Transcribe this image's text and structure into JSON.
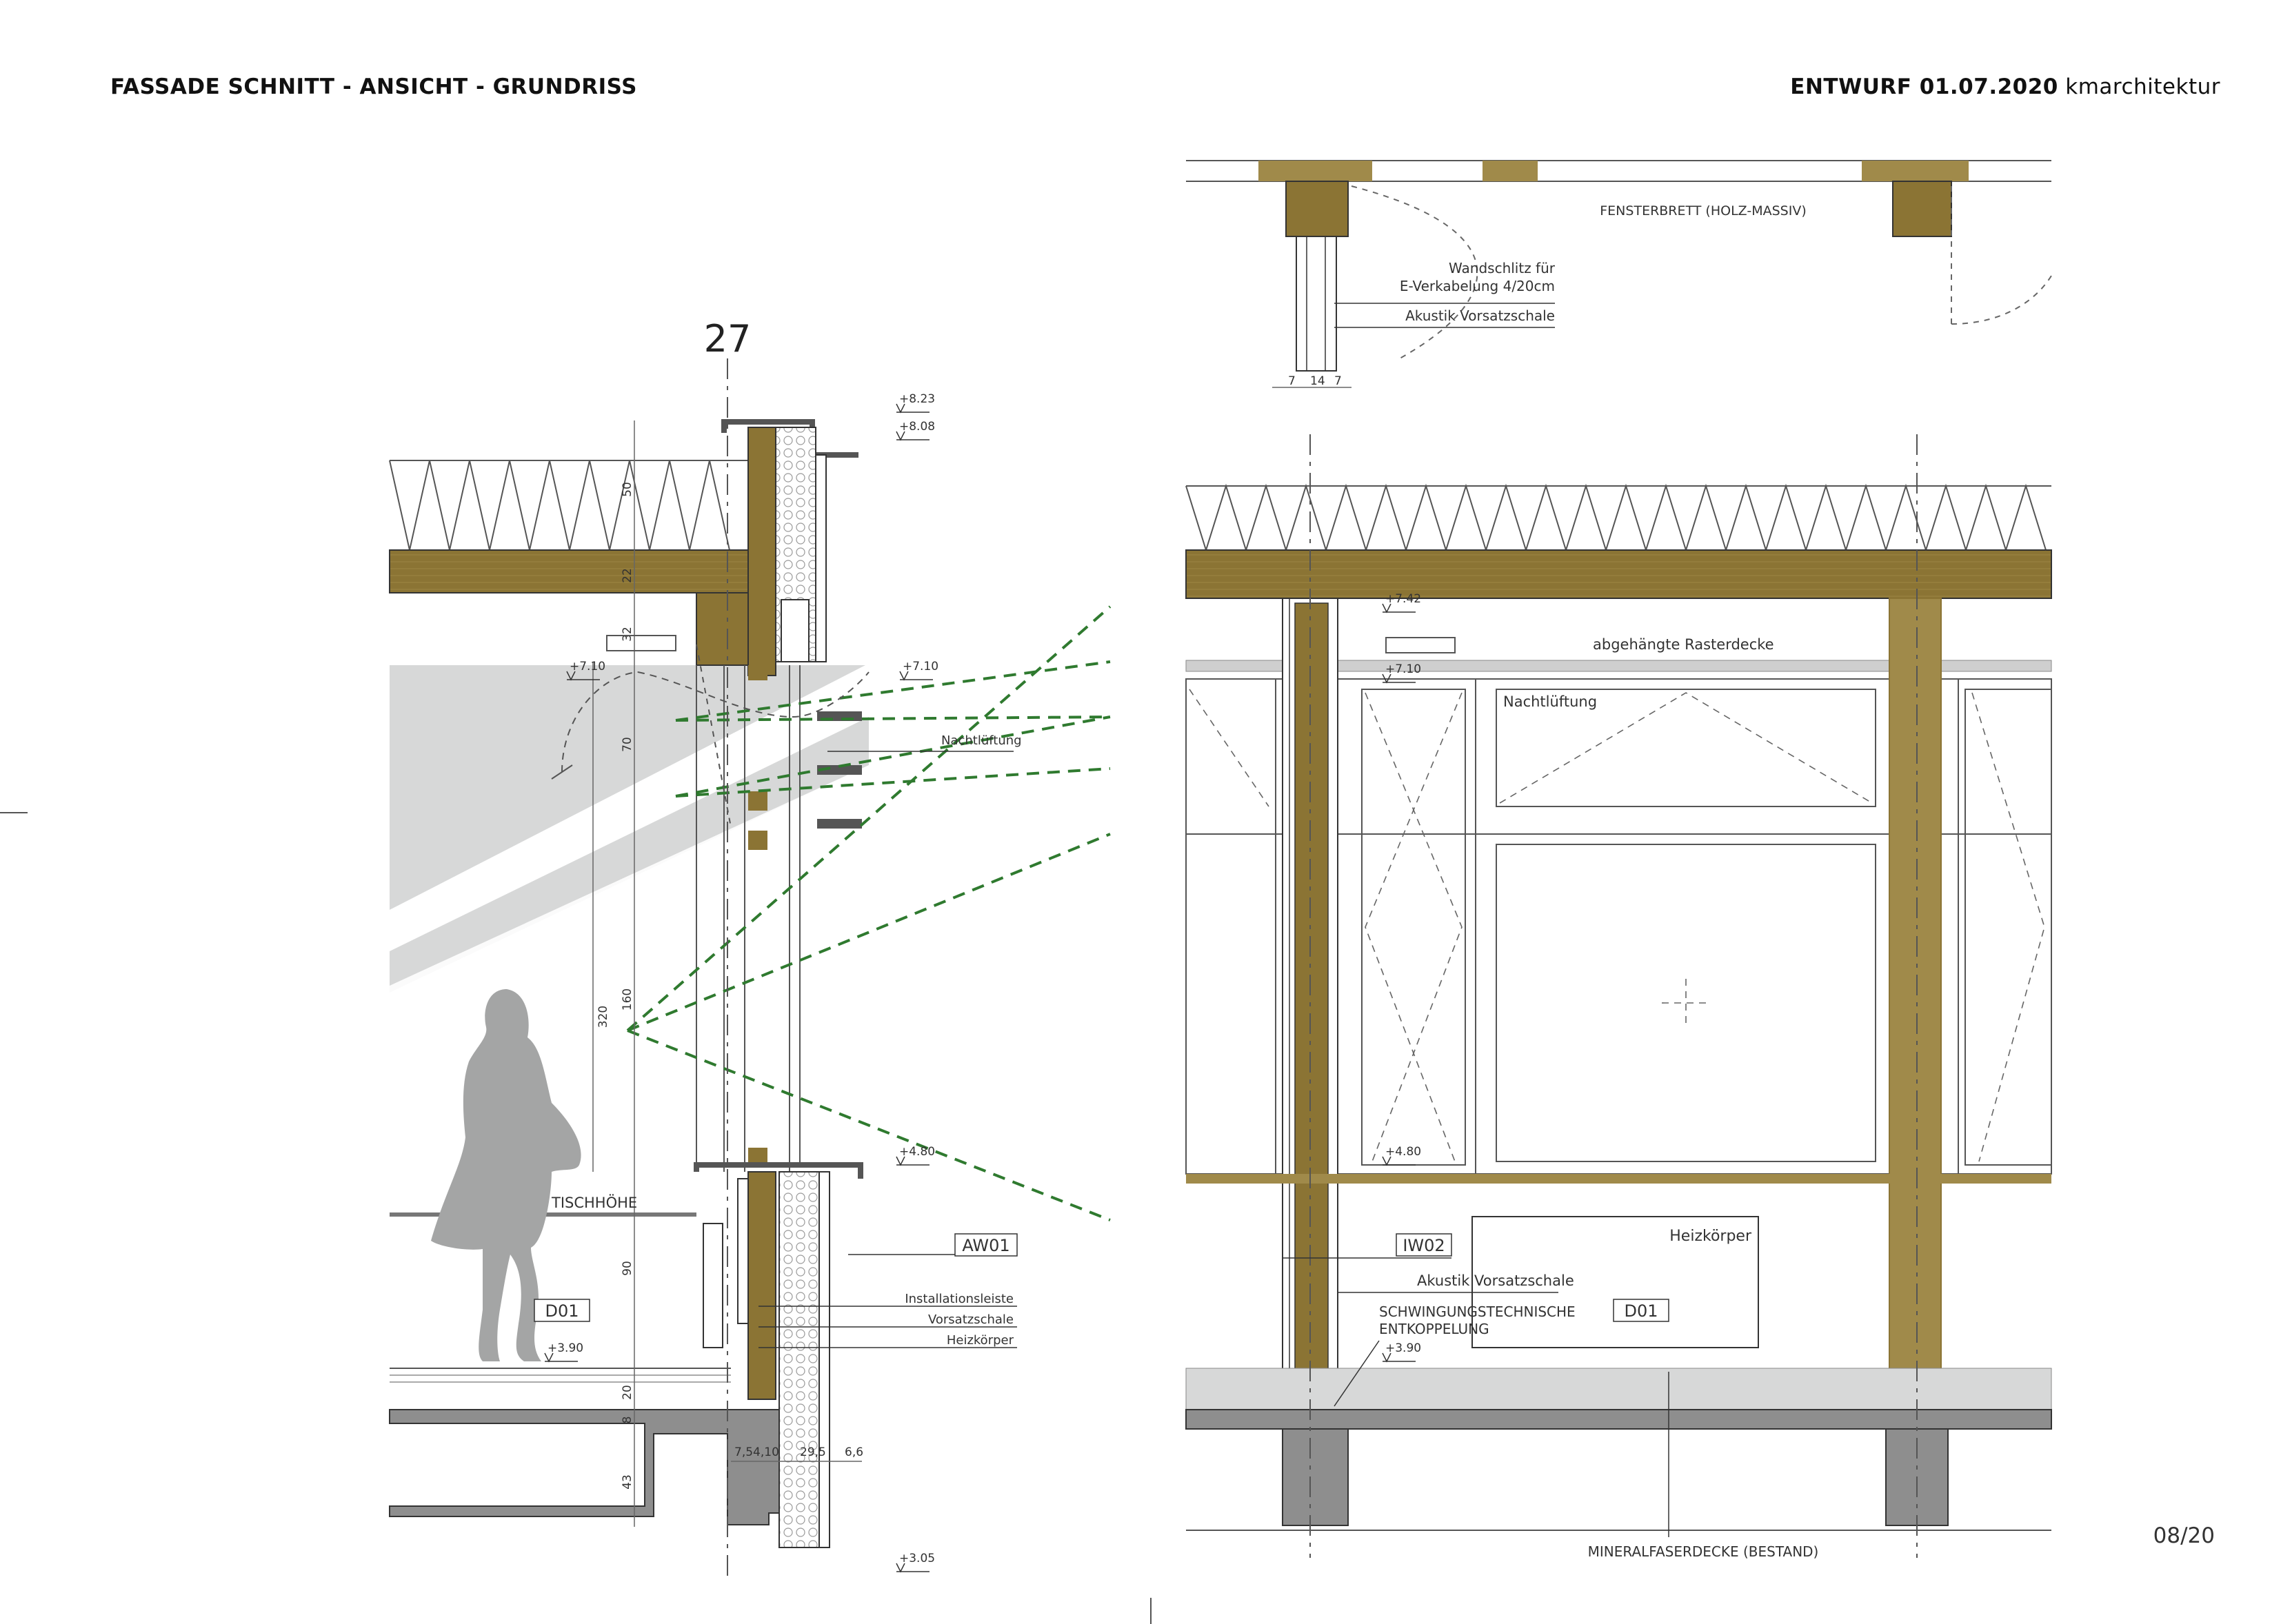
{
  "header": {
    "title": "FASSADE SCHNITT - ANSICHT - GRUNDRISS",
    "draft_bold": "ENTWURF 01.07.2020",
    "office": "kmarchitektur"
  },
  "page_number": "08/20",
  "colors": {
    "timber": "#8b7434",
    "timber_light": "#a08a4a",
    "concrete": "#8e8e8e",
    "shadow": "#d7d8d8",
    "sightline": "#2f7a2f",
    "line": "#333333"
  },
  "section": {
    "axis_label": "27",
    "levels": [
      "+8.23",
      "+8.08",
      "+7.10",
      "+7.10",
      "+4.80",
      "+3.90",
      "+3.05"
    ],
    "dims_vertical": [
      "50",
      "22",
      "32",
      "70",
      "160",
      "320",
      "90",
      "20",
      "8",
      "43"
    ],
    "dims_bottom": [
      "7,54,10",
      "29,5",
      "6,6"
    ],
    "labels": {
      "nachtlueftung": "Nachtlüftung",
      "tischhoehe": "TISCHHÖHE",
      "installationsleiste": "Installationsleiste",
      "vorsatzschale": "Vorsatzschale",
      "heizkoerper": "Heizkörper"
    },
    "tags": {
      "aw01": "AW01",
      "d01": "D01"
    }
  },
  "plan": {
    "fensterbrett": "FENSTERBRETT (HOLZ-MASSIV)",
    "wandschlitz_1": "Wandschlitz für",
    "wandschlitz_2": "E-Verkabelung 4/20cm",
    "akustik_vorsatzschale": "Akustik Vorsatzschale",
    "dims": [
      "7",
      "14",
      "7"
    ]
  },
  "elevation": {
    "levels": [
      "+7.42",
      "+7.10",
      "+4.80",
      "+3.90"
    ],
    "rasterdecke": "abgehängte Rasterdecke",
    "nachtlueftung": "Nachtlüftung",
    "heizkoerper": "Heizkörper",
    "akustik_vorsatzschale": "Akustik Vorsatzschale",
    "schwingung_1": "SCHWINGUNGSTECHNISCHE",
    "schwingung_2": "ENTKOPPELUNG",
    "mineralfaserdecke": "MINERALFASERDECKE (BESTAND)",
    "tags": {
      "iw02": "IW02",
      "d01": "D01"
    }
  }
}
